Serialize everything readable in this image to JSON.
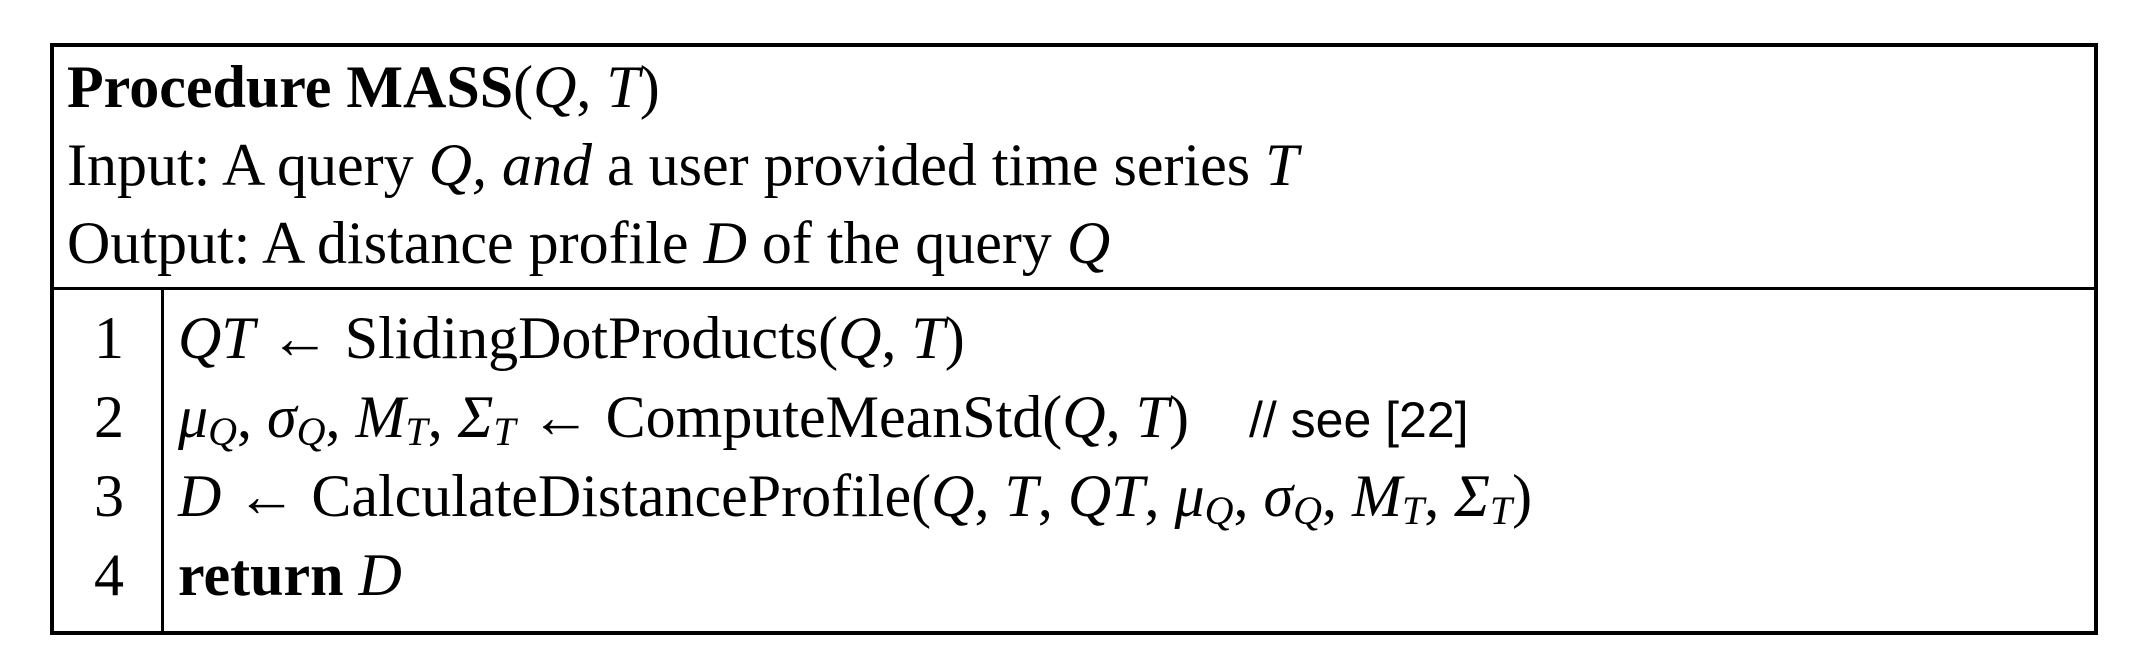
{
  "procedure": {
    "keyword": "Procedure",
    "name": "MASS",
    "params": [
      "Q",
      "T"
    ]
  },
  "input_line": {
    "label": "Input: A query",
    "query_var": "Q",
    "and_text": ", and",
    "rest": "a user provided time series",
    "series_var": "T"
  },
  "output_line": {
    "label": "Output: A distance profile",
    "profile_var": "D",
    "middle": "of the query",
    "query_var": "Q"
  },
  "lines": [
    {
      "num": "1"
    },
    {
      "num": "2"
    },
    {
      "num": "3"
    },
    {
      "num": "4"
    }
  ],
  "line1": {
    "lhs": "QT",
    "arrow": "←",
    "func": "SlidingDotProducts",
    "arg1": "Q",
    "arg2": "T"
  },
  "line2": {
    "mu": "μ",
    "mu_sub": "Q",
    "sigma": "σ",
    "sigma_sub": "Q",
    "M": "M",
    "M_sub": "T",
    "Sigma": "Σ",
    "Sigma_sub": "T",
    "arrow": "←",
    "func": "ComputeMeanStd",
    "arg1": "Q",
    "arg2": "T",
    "comment": "// see [22]"
  },
  "line3": {
    "lhs": "D",
    "arrow": "←",
    "func": "CalculateDistanceProfile",
    "a1": "Q",
    "a2": "T",
    "a3": "QT",
    "a4_base": "μ",
    "a4_sub": "Q",
    "a5_base": "σ",
    "a5_sub": "Q",
    "a6_base": "M",
    "a6_sub": "T",
    "a7_base": "Σ",
    "a7_sub": "T"
  },
  "line4": {
    "keyword": "return",
    "var": "D"
  }
}
